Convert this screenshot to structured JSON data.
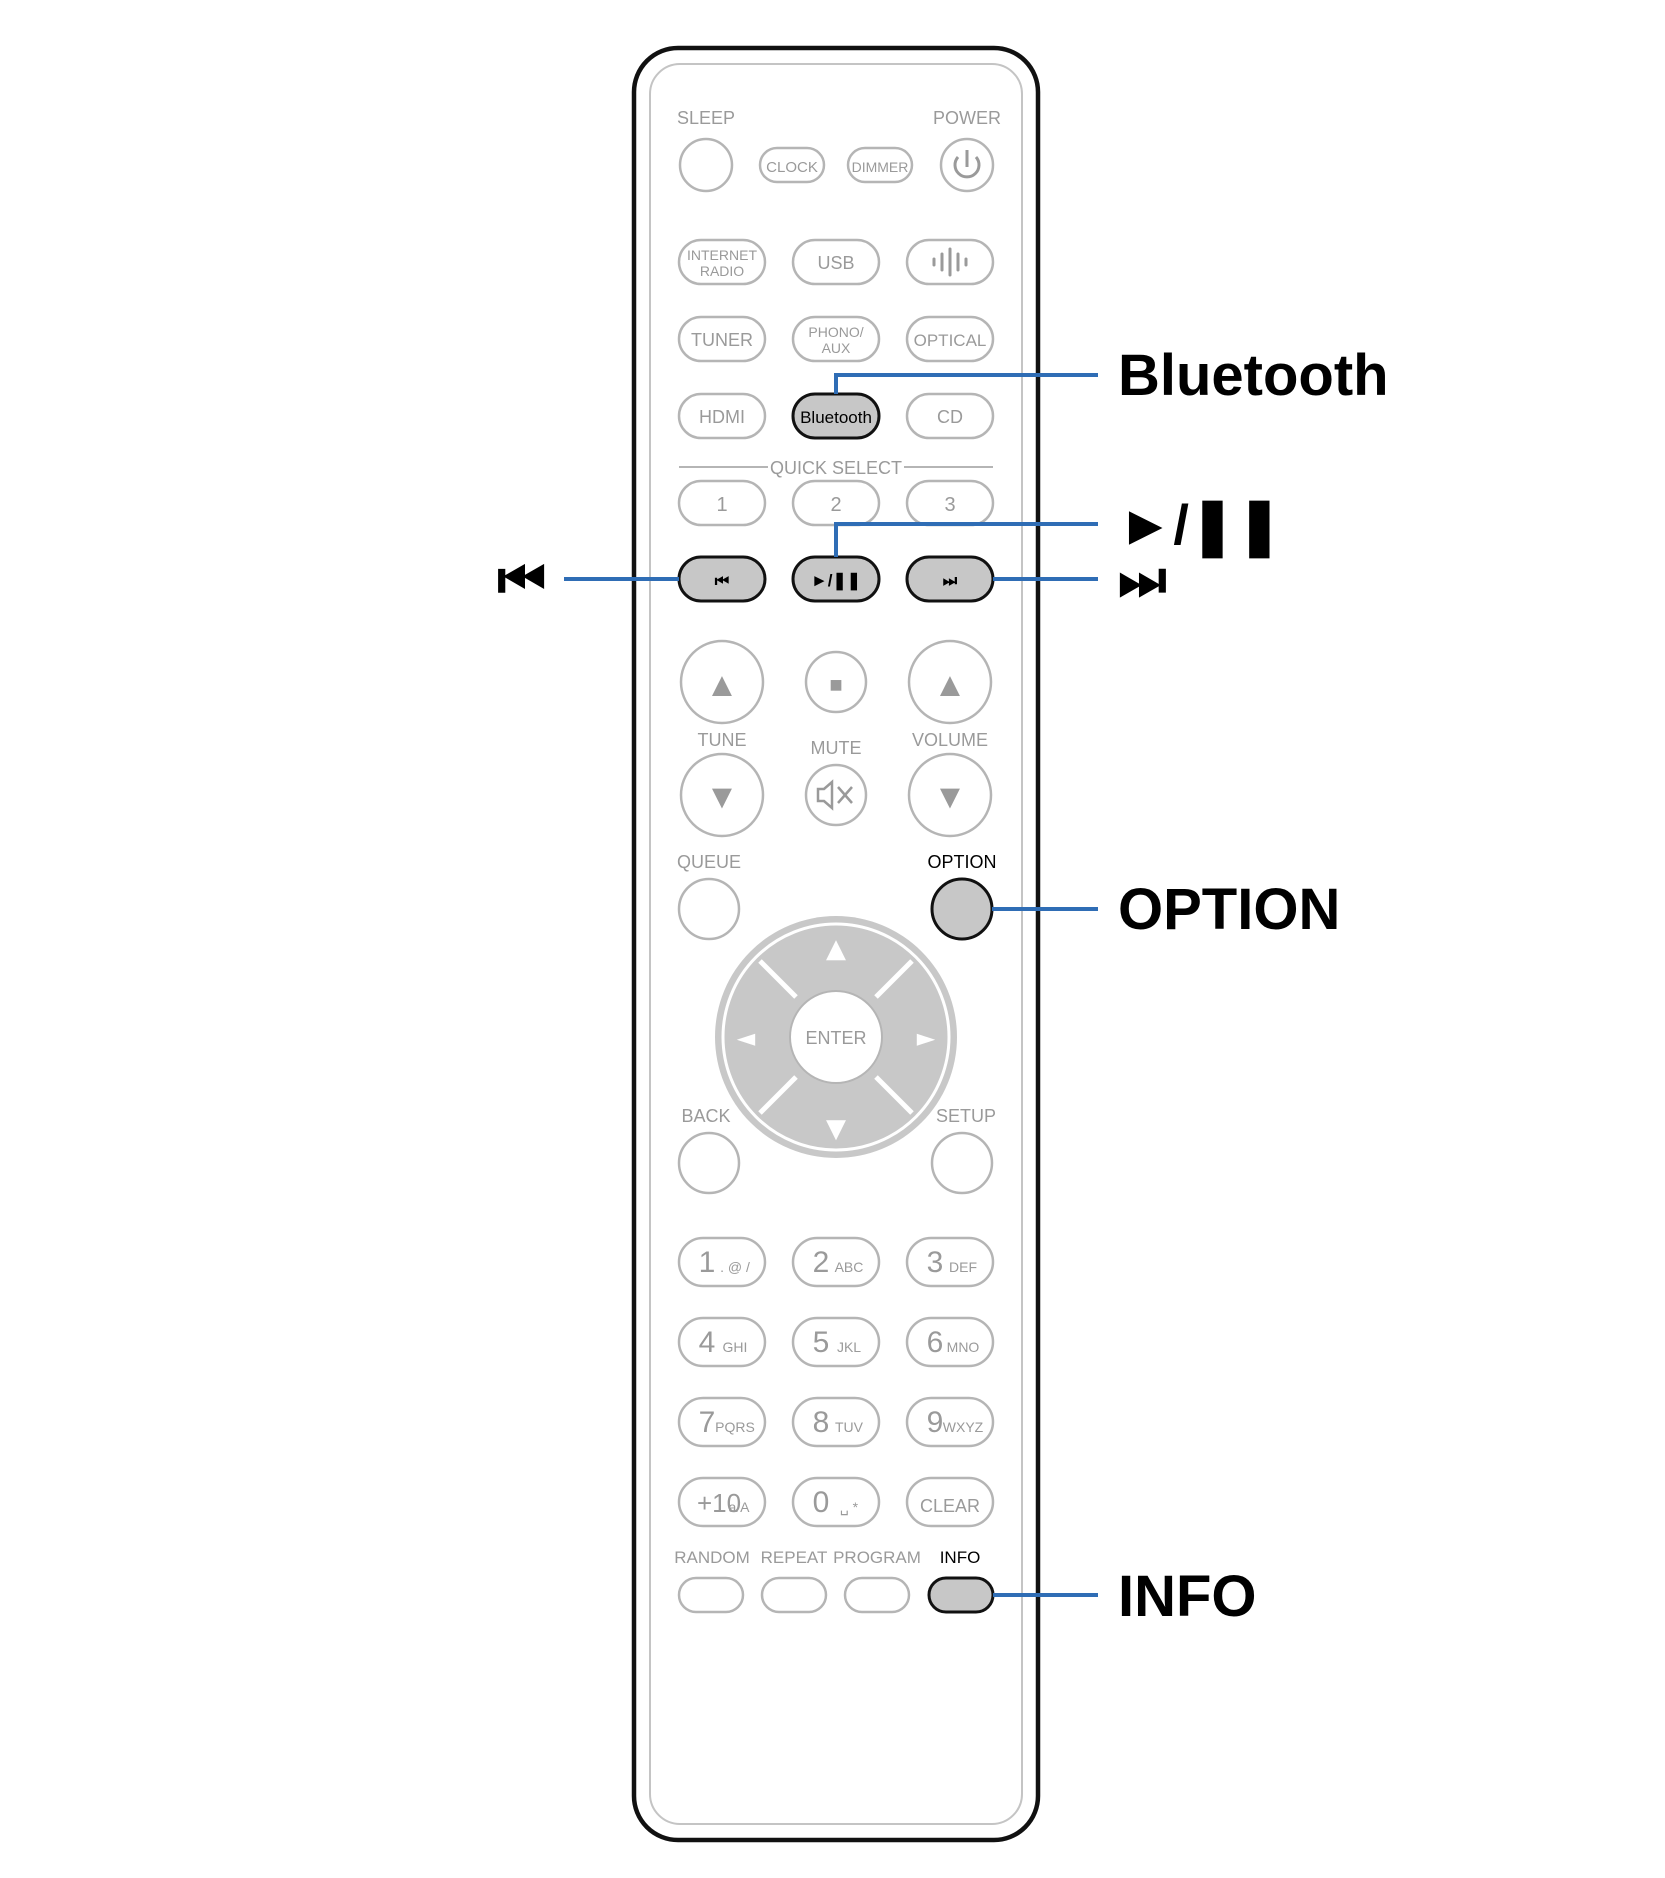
{
  "colors": {
    "leader_line": "#2f6db5",
    "highlight_fill": "#c7c7c7",
    "inactive_outline": "#b5b5b5",
    "inactive_text": "#9a9a9a",
    "dpad_fill": "#c8c8c8"
  },
  "remote": {
    "top": {
      "sleep": "SLEEP",
      "power": "POWER",
      "clock": "CLOCK",
      "dimmer": "DIMMER",
      "power_icon": "power-icon"
    },
    "sources": {
      "internet_radio_1": "INTERNET",
      "internet_radio_2": "RADIO",
      "usb": "USB",
      "heos_icon": "heos-icon",
      "tuner": "TUNER",
      "phono_1": "PHONO/",
      "phono_2": "AUX",
      "optical": "OPTICAL",
      "hdmi": "HDMI",
      "bluetooth": "Bluetooth",
      "cd": "CD"
    },
    "quick_select": {
      "label": "QUICK SELECT",
      "b1": "1",
      "b2": "2",
      "b3": "3"
    },
    "transport": {
      "prev": "⏮",
      "play_pause": "►/❚❚",
      "next": "⏭"
    },
    "tune_volume": {
      "tune": "TUNE",
      "mute": "MUTE",
      "volume": "VOLUME",
      "stop": "■",
      "up": "▲",
      "down": "▼",
      "mute_icon": "mute-icon"
    },
    "queue": "QUEUE",
    "option": "OPTION",
    "dpad": {
      "enter": "ENTER",
      "up": "▲",
      "down": "▼",
      "left": "◄",
      "right": "►"
    },
    "back": "BACK",
    "setup": "SETUP",
    "numpad": [
      {
        "num": "1",
        "sub": ". @ /"
      },
      {
        "num": "2",
        "sub": "ABC"
      },
      {
        "num": "3",
        "sub": "DEF"
      },
      {
        "num": "4",
        "sub": "GHI"
      },
      {
        "num": "5",
        "sub": "JKL"
      },
      {
        "num": "6",
        "sub": "MNO"
      },
      {
        "num": "7",
        "sub": "PQRS"
      },
      {
        "num": "8",
        "sub": "TUV"
      },
      {
        "num": "9",
        "sub": "WXYZ"
      },
      {
        "num": "+10",
        "sub": "a/A"
      },
      {
        "num": "0",
        "sub": "␣ *"
      },
      {
        "num": "CLEAR",
        "sub": ""
      }
    ],
    "bottom": {
      "random": "RANDOM",
      "repeat": "REPEAT",
      "program": "PROGRAM",
      "info": "INFO"
    }
  },
  "callouts": {
    "bluetooth": "Bluetooth",
    "play_pause": "►/❚❚",
    "prev": "⏮",
    "next": "⏭",
    "option": "OPTION",
    "info": "INFO"
  }
}
